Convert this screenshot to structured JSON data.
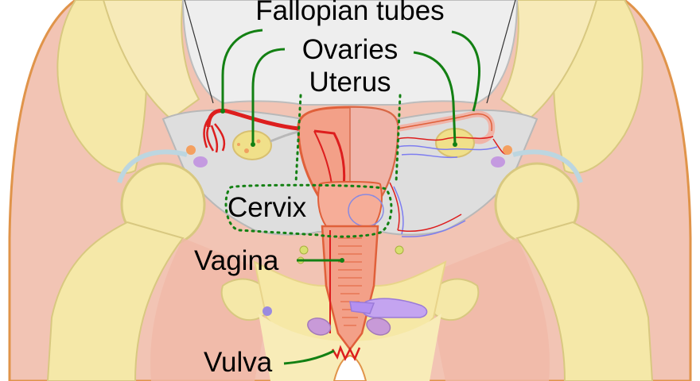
{
  "labels": {
    "fallopian_tubes": "Fallopian tubes",
    "ovaries": "Ovaries",
    "uterus": "Uterus",
    "cervix": "Cervix",
    "vagina": "Vagina",
    "vulva": "Vulva"
  },
  "colors": {
    "leader_line": "#138013",
    "tissue_pink": "#f2c4b4",
    "bone": "#f5e8a8",
    "bone_outline": "#d8c880",
    "peritoneum": "#e6e6e6",
    "peritoneum_outline": "#bdbdbd",
    "uterus_fill": "#f3a088",
    "uterus_outline": "#e0603a",
    "artery": "#dd1e1e",
    "vein": "#7d7df0",
    "ovary": "#f0e08a",
    "bladder": "#c49ae0"
  }
}
